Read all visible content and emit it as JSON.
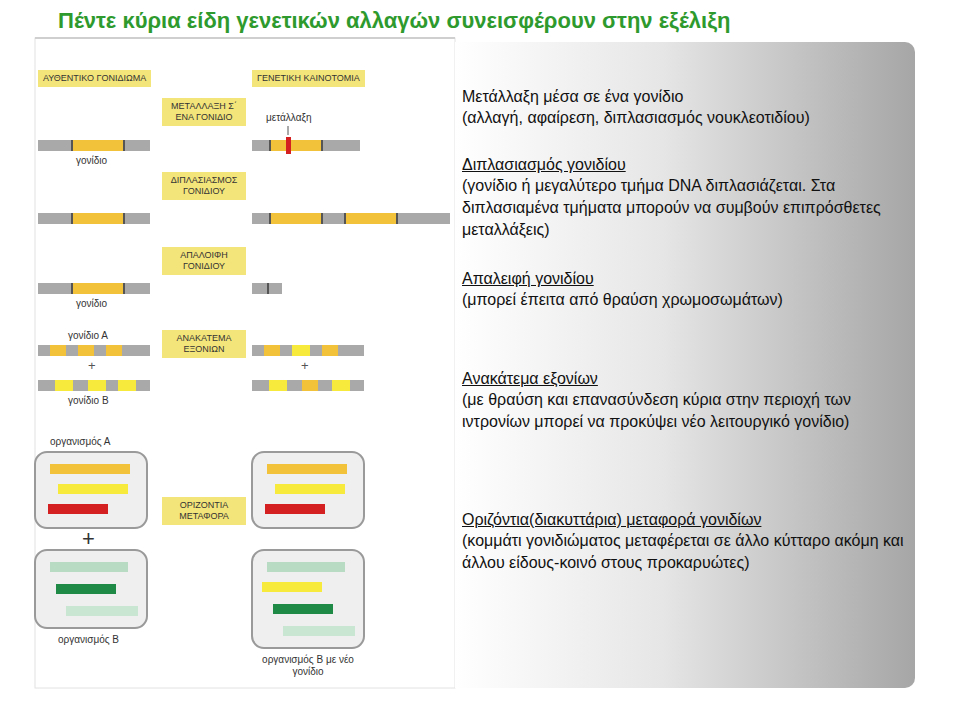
{
  "diagram": {
    "title": "Πέντε κύρια είδη γενετικών αλλαγών συνεισφέρουν στην εξέλιξη",
    "nodes": [
      {
        "text": [
          "ΑΥΘΕΝΤΙΚΟ ΓΟΝΙΔΙΩΜΑ"
        ]
      },
      {
        "text": [
          "ΓΕΝΕΤΙΚΗ ΚΑΙΝΟΤΟΜΙΑ"
        ]
      },
      {
        "text": [
          "ΜΕΤΑΛΛΑΞΗ Σ΄ ΕΝΑ ΓΟΝΙΔΙΟ"
        ]
      },
      {
        "text": [
          "ΔΙΠΛΑΣΙΑΣΜΟΣ ΓΟΝΙΔΙΟΥ"
        ]
      },
      {
        "text": [
          "ΑΠΑΛΟΙΦΗ ΓΟΝΙΔΙΟΥ"
        ]
      },
      {
        "text": [
          "ΑΝΑΚΑΤΕΜΑ ΕΞΟΝΙΩΝ"
        ]
      },
      {
        "text": [
          "ΟΡΙΖΟΝΤΙΑ ΜΕΤΑΦΟΡΑ"
        ]
      },
      {
        "text": [
          "Μετάλλαξη μέσα σε ένα γονίδιο",
          "(αλλαγή, αφαίρεση, διπλασιασμός νουκλεοτιδίου)",
          "Διπλασιασμός γονιδίου",
          "(γονίδιο ή μεγαλύτερο τμήμα DNA διπλασιάζεται. Στα διπλασιαμένα τμήματα μπορούν να συμβούν επιπρόσθετες μεταλλάξεις)",
          "Απαλειφή γονιδίου",
          "(μπορεί έπειτα από θραύση χρωμοσωμάτων)",
          "Ανακάτεμα εξονίων",
          "(με θραύση και επανασύνδεση κύρια στην περιοχή των ιντρονίων μπορεί να προκύψει νέο λειτουργικό γονίδιο)",
          "Οριζόντια(διακυττάρια) μεταφορά γονιδίων",
          "(κομμάτι γονιδιώματος μεταφέρεται σε άλλο κύτταρο ακόμη και άλλου είδους-κοινό στους προκαρυώτες)"
        ]
      }
    ],
    "labels": [
      "μετάλλαξη",
      "γονίδιο",
      "γονίδιο",
      "γονίδιο Α",
      "+",
      "γονίδιο Β",
      "+",
      "οργανισμός Α",
      "+",
      "οργανισμός Β",
      "οργανισμός Β με νέο γονίδιο"
    ]
  }
}
